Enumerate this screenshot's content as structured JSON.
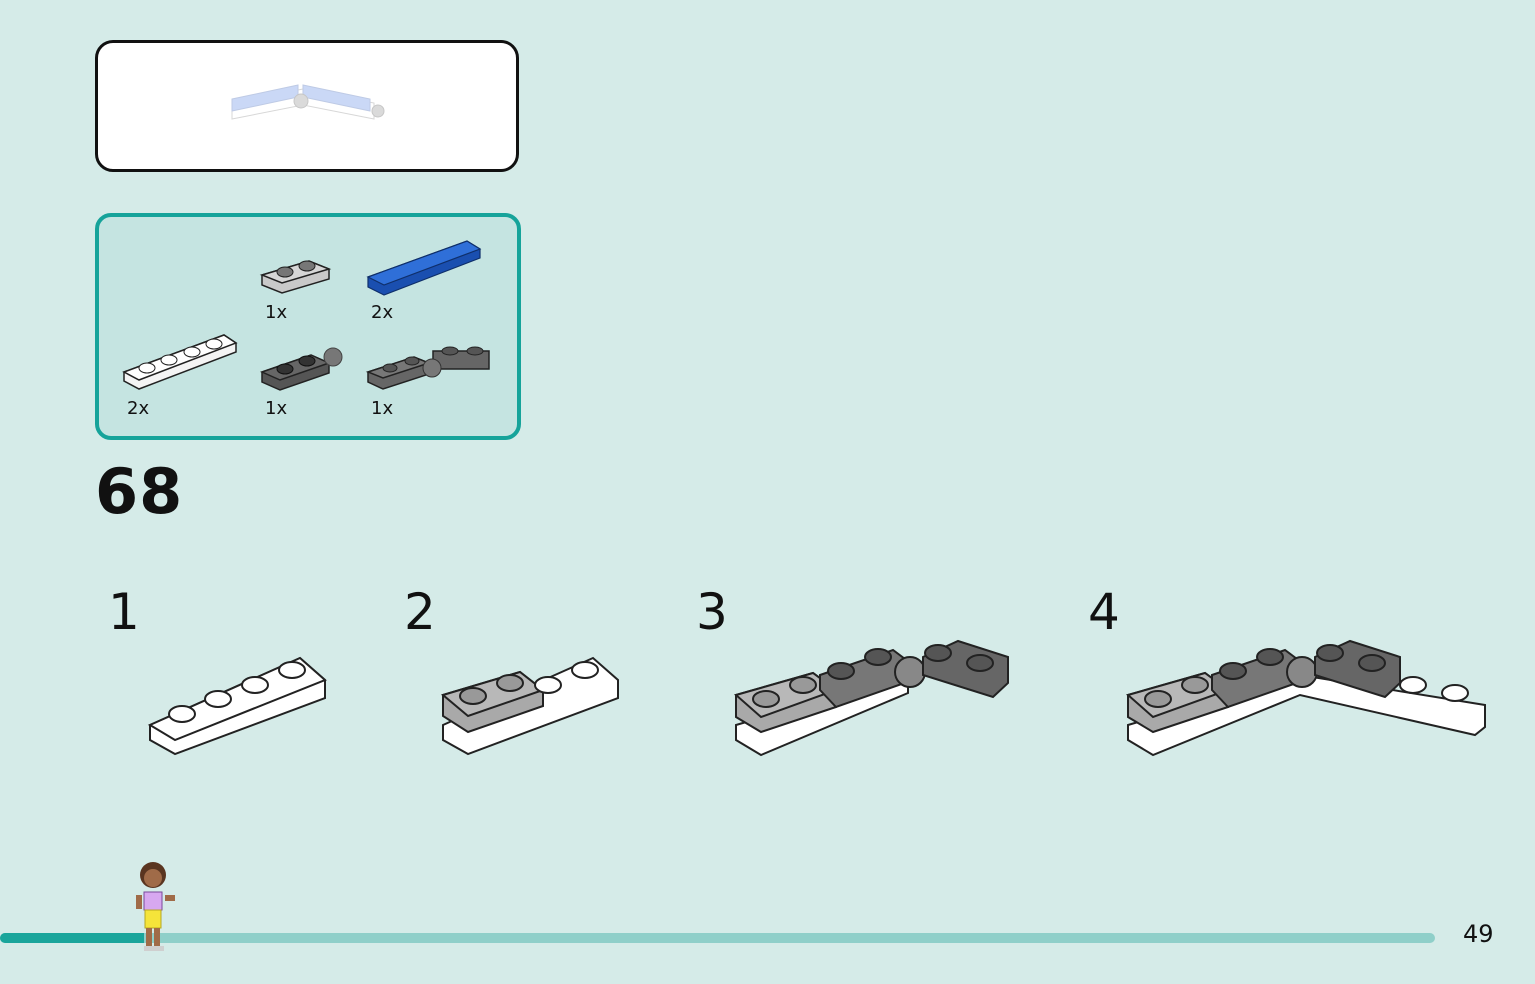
{
  "page": {
    "step_number": "68",
    "page_number": "49",
    "progress_fraction": 0.1
  },
  "parts": [
    {
      "id": "plate-1x2-light-gray",
      "qty": "1x"
    },
    {
      "id": "tile-1x4-blue",
      "qty": "2x"
    },
    {
      "id": "plate-1x4-white",
      "qty": "2x"
    },
    {
      "id": "hinge-plate-dark-gray",
      "qty": "1x"
    },
    {
      "id": "hinge-plate-1x4-dark-gray",
      "qty": "1x"
    }
  ],
  "sub_steps": [
    "1",
    "2",
    "3",
    "4"
  ],
  "colors": {
    "background": "#d5ebe8",
    "accent": "#16a39a",
    "blue_tile": "#1f5fc8",
    "white_brick": "#ffffff",
    "light_gray_brick": "#a9a9a9",
    "dark_gray_brick": "#6b6b6b"
  }
}
